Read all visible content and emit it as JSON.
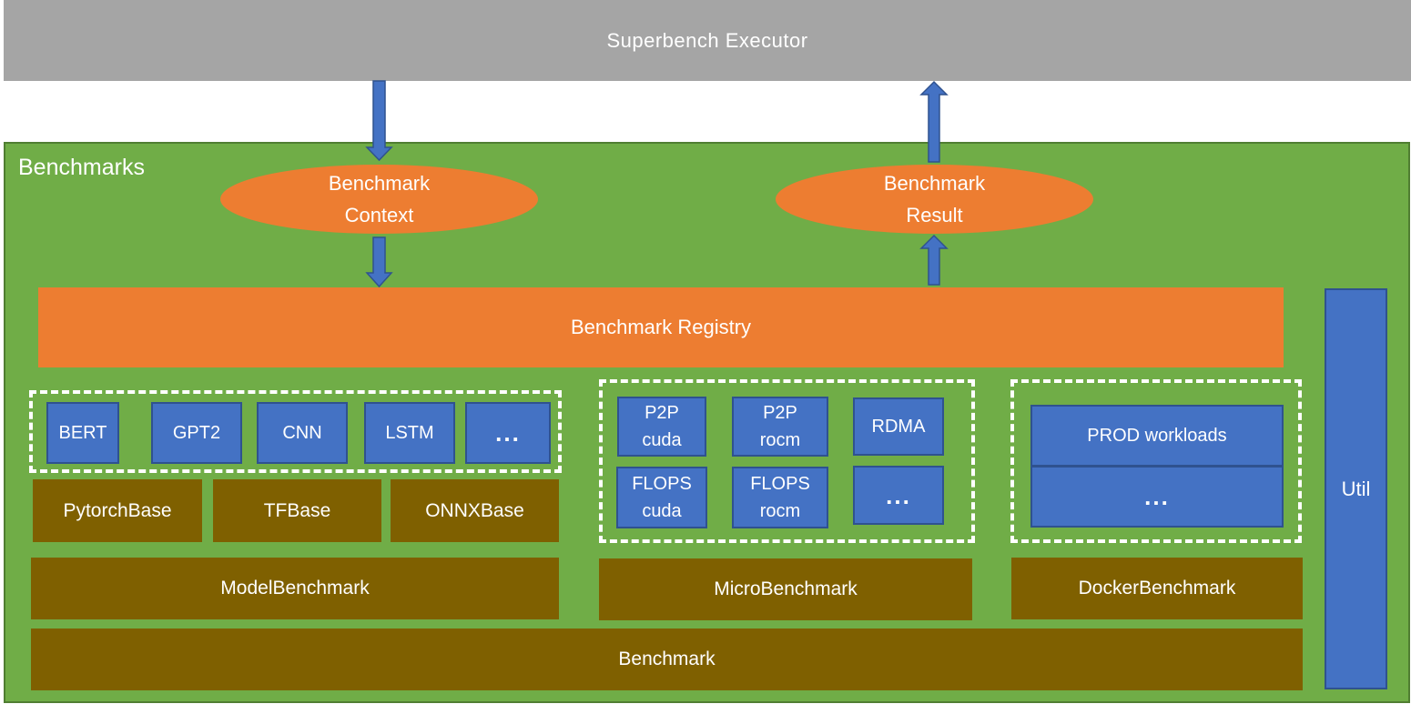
{
  "executor": {
    "label": "Superbench Executor"
  },
  "benchmarks": {
    "title": "Benchmarks",
    "context": {
      "line1": "Benchmark",
      "line2": "Context"
    },
    "result": {
      "line1": "Benchmark",
      "line2": "Result"
    },
    "registry": "Benchmark Registry",
    "util": "Util",
    "model_group": {
      "models": [
        "BERT",
        "GPT2",
        "CNN",
        "LSTM",
        "..."
      ],
      "bases": [
        "PytorchBase",
        "TFBase",
        "ONNXBase"
      ],
      "base_class": "ModelBenchmark"
    },
    "micro_group": {
      "items": [
        {
          "line1": "P2P",
          "line2": "cuda"
        },
        {
          "line1": "P2P",
          "line2": "rocm"
        },
        {
          "line1": "RDMA",
          "line2": ""
        },
        {
          "line1": "FLOPS",
          "line2": "cuda"
        },
        {
          "line1": "FLOPS",
          "line2": "rocm"
        },
        {
          "line1": "...",
          "line2": ""
        }
      ],
      "base_class": "MicroBenchmark"
    },
    "docker_group": {
      "items": [
        "PROD workloads",
        "..."
      ],
      "base_class": "DockerBenchmark"
    },
    "root_class": "Benchmark"
  },
  "colors": {
    "executor": "#a5a5a5",
    "panel": "#70ad47",
    "orange": "#ed7d31",
    "blue": "#4472c4",
    "brown": "#7f6000"
  }
}
